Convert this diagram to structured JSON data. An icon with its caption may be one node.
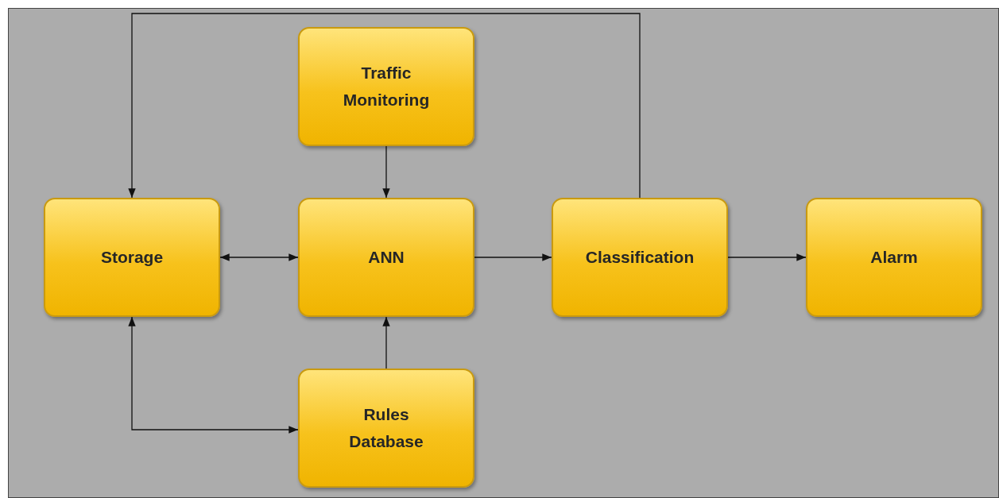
{
  "diagram": {
    "nodes": [
      {
        "text": [
          "Traffic Monitoring"
        ]
      },
      {
        "text": [
          "Storage"
        ]
      },
      {
        "text": [
          "ANN"
        ]
      },
      {
        "text": [
          "Classification"
        ]
      },
      {
        "text": [
          "Alarm"
        ]
      },
      {
        "text": [
          "Rules Database"
        ]
      }
    ],
    "edges": [
      {
        "from": 0,
        "to": 2,
        "arrow": "to"
      },
      {
        "from": 1,
        "to": 2,
        "arrow": "both"
      },
      {
        "from": 2,
        "to": 3,
        "arrow": "to"
      },
      {
        "from": 3,
        "to": 4,
        "arrow": "to"
      },
      {
        "from": 3,
        "to": 1,
        "arrow": "to"
      },
      {
        "from": 5,
        "to": 2,
        "arrow": "to"
      },
      {
        "from": 5,
        "to": 1,
        "arrow": "both"
      }
    ]
  }
}
